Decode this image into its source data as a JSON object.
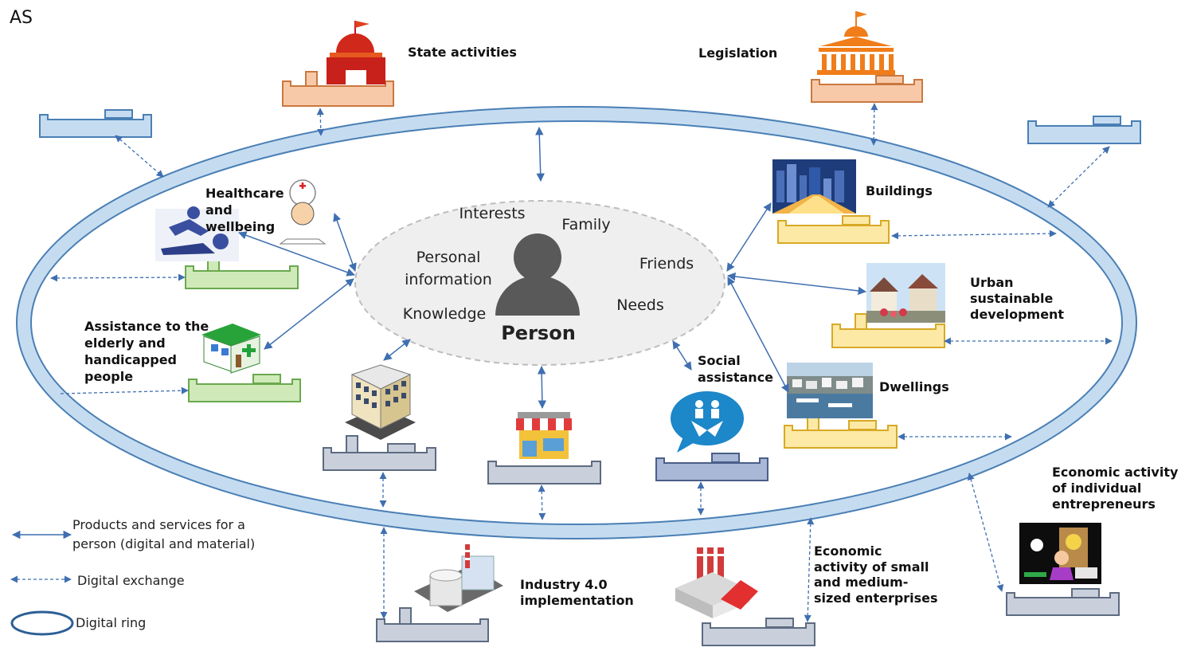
{
  "corner_label": "AS",
  "center": {
    "title": "Person",
    "attributes": {
      "interests": "Interests",
      "family": "Family",
      "personal_info": "Personal\ninformation",
      "friends": "Friends",
      "knowledge": "Knowledge",
      "needs": "Needs"
    }
  },
  "nodes": {
    "state_activities": "State activities",
    "legislation": "Legislation",
    "healthcare": "Healthcare\nand\nwellbeing",
    "assistance_elderly": "Assistance to the\nelderly and\nhandicapped\npeople",
    "buildings": "Buildings",
    "urban": "Urban\nsustainable\ndevelopment",
    "dwellings": "Dwellings",
    "social_assistance": "Social\nassistance",
    "industry": "Industry 4.0\nimplementation",
    "sme": "Economic\nactivity of small\nand medium-\nsized enterprises",
    "entrepreneurs": "Economic activity\nof individual\nentrepreneurs"
  },
  "legend": {
    "products": "Products and services for a\nperson (digital and material)",
    "digital_exchange": "Digital exchange",
    "digital_ring": "Digital ring"
  },
  "colors": {
    "ring_fill": "#c5dcf0",
    "ring_stroke": "#4a7fb5",
    "arrow": "#3f6fb0",
    "gov_tray": "#f8c9a8",
    "gov_stroke": "#c97840",
    "health_tray": "#cfeab8",
    "health_stroke": "#6aa84f",
    "urban_tray": "#fde9a6",
    "urban_stroke": "#d7a925",
    "grey_tray": "#c9d0dc",
    "grey_stroke": "#5d6b80",
    "blue_tray": "#c5dcf0",
    "blue_stroke": "#4a7fb5"
  }
}
